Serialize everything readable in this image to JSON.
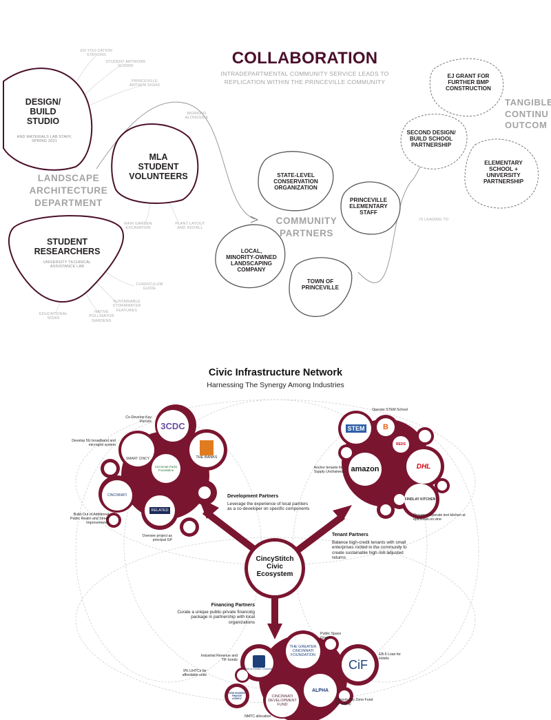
{
  "colors": {
    "maroon": "#7a1530",
    "plum": "#4a0f2a",
    "gray": "#a3a3a3"
  },
  "collab": {
    "title": "COLLABORATION",
    "subtitle_line1": "INTRADEPARTMENTAL COMMUNITY SERVICE LEADS TO",
    "subtitle_line2": "REPLICATION WITHIN THE PRINCEVILLE COMMUNITY",
    "dept_label": [
      "LANDSCAPE",
      "ARCHITECTURE",
      "DEPARTMENT"
    ],
    "partners_label": [
      "COMMUNITY",
      "PARTNERS"
    ],
    "tangible_label": [
      "TANGIBLE",
      "CONTINU",
      "OUTCOM"
    ],
    "design_build": {
      "title": [
        "DESIGN/",
        "BUILD",
        "STUDIO"
      ],
      "sub": "AND MATERIALS LAB STAFF, SPRING 2021"
    },
    "mla": [
      "MLA",
      "STUDENT",
      "VOLUNTEERS"
    ],
    "researchers": {
      "title": [
        "STUDENT",
        "RESEARCHERS"
      ],
      "sub": "UNIVERSITY TECHNICAL ASSISTANCE LAB"
    },
    "partners": {
      "state": "STATE-LEVEL CONSERVATION ORGANIZATION",
      "elementary": "PRINCEVILLE ELEMENTARY STAFF",
      "local": "LOCAL, MINORITY-OWNED LANDSCAPING COMPANY",
      "town": "TOWN OF PRINCEVILLE"
    },
    "outcomes": {
      "ej": "EJ GRANT FOR FURTHER BMP CONSTRUCTION",
      "second": "SECOND DESIGN/ BUILD SCHOOL PARTNERSHIP",
      "elem": "ELEMENTARY SCHOOL + UNIVERSITY PARTNERSHIP"
    },
    "notes": {
      "edu_stations": "ED-YOU-CATION STATIONS",
      "artwork": "STUDENT ARTWORK SCRIMS",
      "anthem": "PRINCEVILLE ANTHEM SIGNS",
      "working": "WORKING ALONGSIDE",
      "rain": "RAIN GARDEN EXCAVATION",
      "plant": "PLANT LAYOUT AND INSTALL",
      "curriculum": "CURRICULUM GUIDE",
      "stormwater": "SUSTAINABLE STORMWATER FEATURES",
      "pollinator": "NATIVE POLLINATOR GARDENS",
      "edu_signs": "EDUCATIONAL SIGNS",
      "leading": "IS LEADING TO"
    }
  },
  "civic": {
    "title": "Civic Infrastructure Network",
    "subtitle": "Harnessing The Synergy Among Industries",
    "center": [
      "CincyStitch",
      "Civic",
      "Ecosystem"
    ],
    "dev": {
      "header": "Development Partners",
      "desc": "Leverage the experience of local pamters as a co-developer on specific components"
    },
    "tenant": {
      "header": "Tenant Partners",
      "desc": "Balance high-credit tenants with small enterprises rooted in the community to create sustainable high risk-adjusted returns"
    },
    "finance": {
      "header": "Financing Partners",
      "desc": "Curate a unique public-private financing package in partnership with local organizations"
    },
    "dev_ann": {
      "codevelop": "Co-Develop Key Parcels",
      "broadband": "Develop 5G broadband and microgrid system",
      "buildout": "Build-Out of Additional Public Realm and Street Improvements",
      "oversee": "Oversee project as principal GP"
    },
    "tenant_ann": {
      "stem": "Operate STEM School",
      "anchor": "Anchor tenants for Supply Unchained",
      "occupy": "Occupy + Operate test kitchen at epicurean.on.vine"
    },
    "fin_ann": {
      "grants": "Public Space Grants",
      "irb": "Industrial Revenue and TIF bonds",
      "lihtc": "9% LIHTCs for affordable units",
      "eb5": "EB-5 Loan for Hotels",
      "ozone": "Opportunity Zone Fund LP equity",
      "nmtc": "NMTC allocation"
    },
    "logos": {
      "l3cdc": "3CDC",
      "smart": "SMART CINCY",
      "banks": "THE BANKS",
      "foundation": "Cincinnati Parks Foundation",
      "cincinnati": "CINCINNATI",
      "related": "RELATED",
      "stem": "STEM",
      "bengals": "B",
      "reds": "REDS",
      "amazon": "amazon",
      "dhl": "DHL",
      "findlay": "FINDLAY KITCHEN",
      "gcf": "THE GREATER CINCINNATI FOUNDATION",
      "port": "Port of Greater Cincinnati",
      "cif": "CiF",
      "ohfa": "OHIO HOUSING FINANCE AGENCY",
      "alpha": "ALPHA",
      "cdf": "CINCINNATI DEVELOPMENT FUND"
    }
  }
}
